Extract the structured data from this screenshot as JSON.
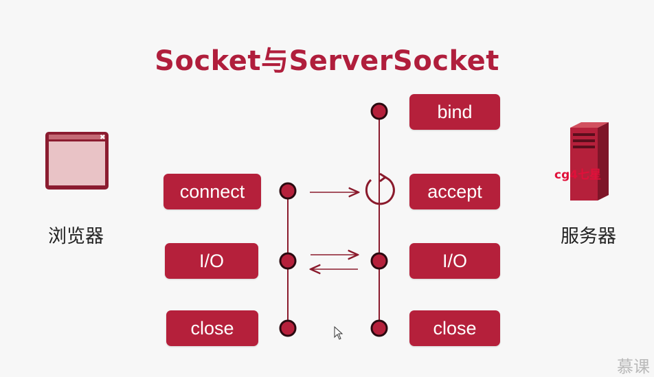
{
  "title": "Socket与ServerSocket",
  "left_label": "浏览器",
  "right_label": "服务器",
  "client_steps": [
    "connect",
    "I/O",
    "close"
  ],
  "server_steps": [
    "bind",
    "accept",
    "I/O",
    "close"
  ],
  "overlay_text": "cg4七星",
  "brand": "慕课",
  "colors": {
    "accent": "#b5203b",
    "line": "#8a1a2c",
    "title": "#b01e3c"
  }
}
